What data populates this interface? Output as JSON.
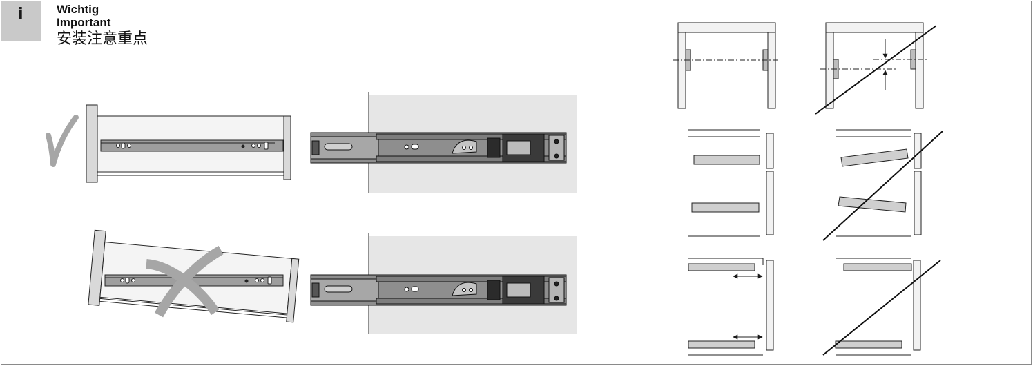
{
  "header": {
    "info_icon": "i",
    "title_de": "Wichtig",
    "title_en": "Important",
    "title_zh": "安装注意重点"
  },
  "figures": {
    "correct_mark": "check-icon",
    "wrong_mark": "cross-icon",
    "prohibited_mark": "diagonal-strike-icon"
  },
  "colors": {
    "frame_border": "#8a8a8a",
    "badge_fill": "#c9c9c9",
    "panel_fill": "#e6e6e6",
    "mark_gray": "#a6a6a6",
    "line": "#1a1a1a"
  }
}
